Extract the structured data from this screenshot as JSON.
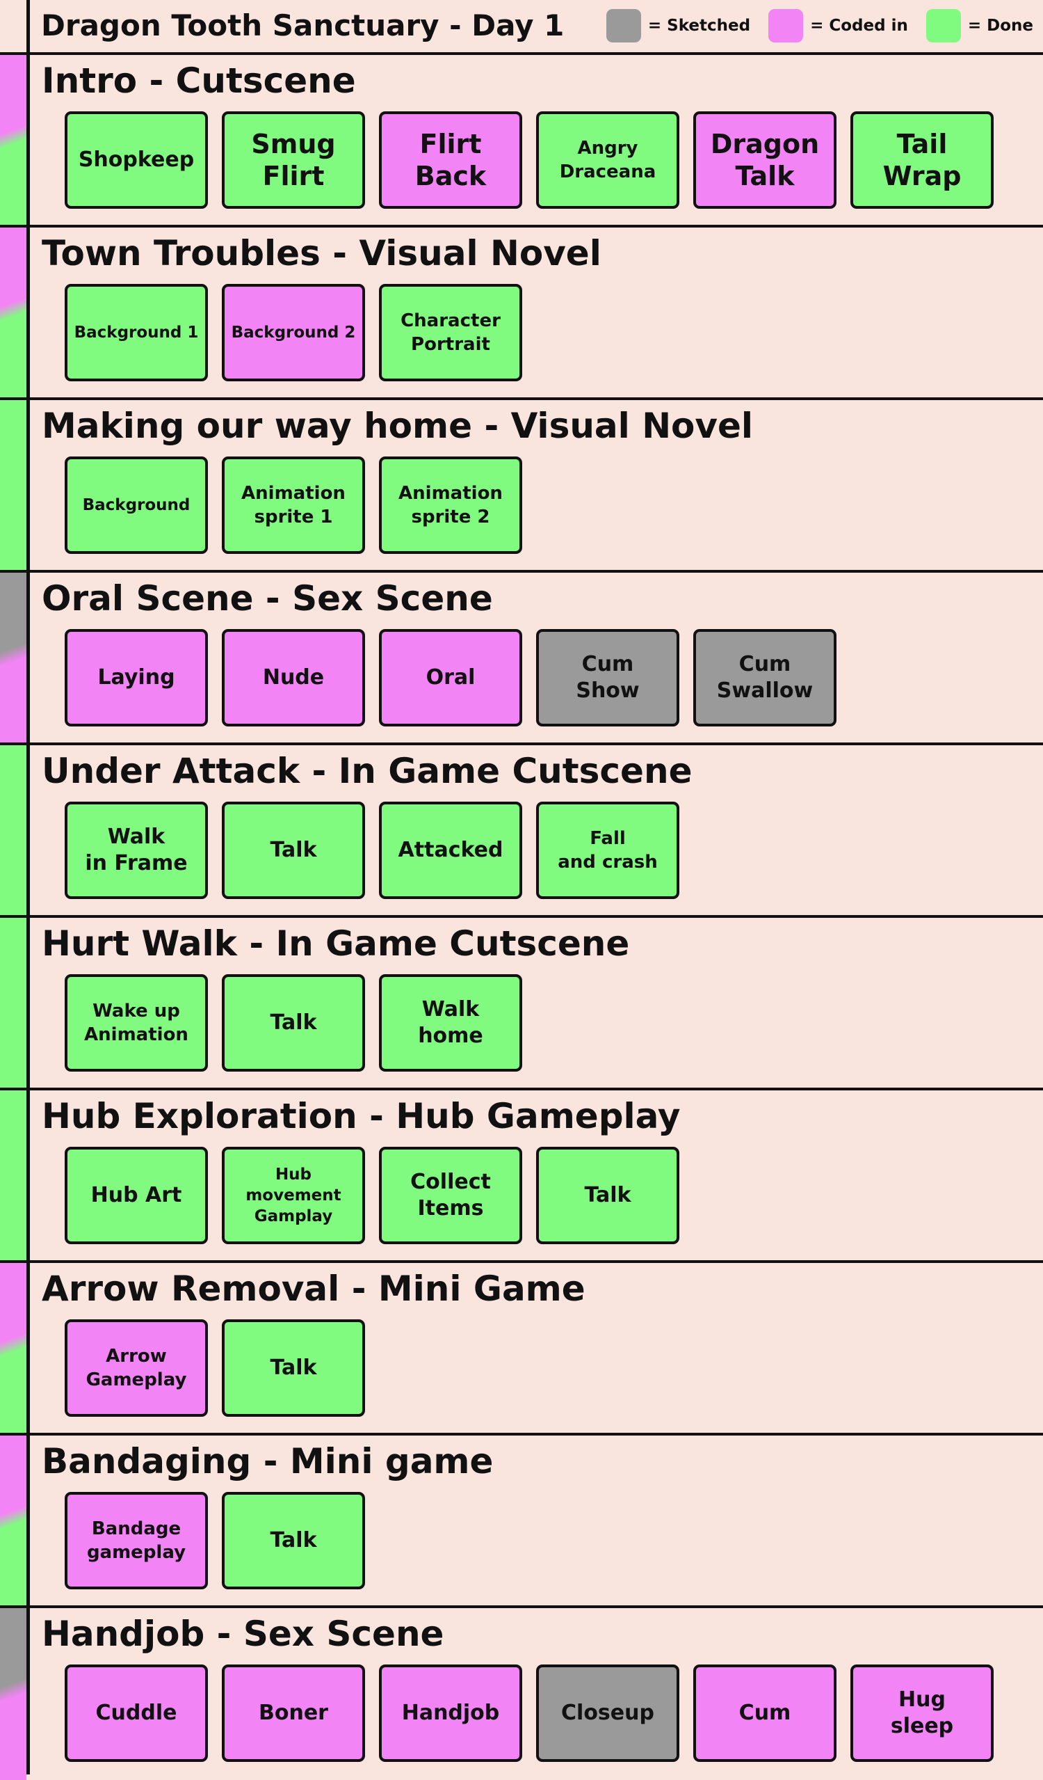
{
  "colors": {
    "sketched": "#9a9a9a",
    "coded": "#f384f5",
    "done": "#80fb80",
    "background": "#f9e4de",
    "border": "#111111"
  },
  "header": {
    "title": "Dragon Tooth Sanctuary - Day 1",
    "legend": [
      {
        "status": "sketched",
        "label": "= Sketched"
      },
      {
        "status": "coded",
        "label": "= Coded in"
      },
      {
        "status": "done",
        "label": "= Done"
      }
    ]
  },
  "sections": [
    {
      "title": "Intro - Cutscene",
      "left_strip": [
        "coded",
        "done"
      ],
      "cards": [
        {
          "label": "Shopkeep",
          "status": "done"
        },
        {
          "label": "Smug\nFlirt",
          "status": "done"
        },
        {
          "label": "Flirt\nBack",
          "status": "coded"
        },
        {
          "label": "Angry\nDraceana",
          "status": "done"
        },
        {
          "label": "Dragon\nTalk",
          "status": "coded"
        },
        {
          "label": "Tail\nWrap",
          "status": "done"
        }
      ]
    },
    {
      "title": "Town Troubles - Visual Novel",
      "left_strip": [
        "coded",
        "done"
      ],
      "cards": [
        {
          "label": "Background 1",
          "status": "done"
        },
        {
          "label": "Background 2",
          "status": "coded"
        },
        {
          "label": "Character\nPortrait",
          "status": "done"
        }
      ]
    },
    {
      "title": "Making our way home - Visual Novel",
      "left_strip": [
        "done",
        "done"
      ],
      "cards": [
        {
          "label": "Background",
          "status": "done"
        },
        {
          "label": "Animation\nsprite 1",
          "status": "done"
        },
        {
          "label": "Animation\nsprite 2",
          "status": "done"
        }
      ]
    },
    {
      "title": "Oral Scene - Sex Scene",
      "left_strip": [
        "sketched",
        "coded"
      ],
      "cards": [
        {
          "label": "Laying",
          "status": "coded"
        },
        {
          "label": "Nude",
          "status": "coded"
        },
        {
          "label": "Oral",
          "status": "coded"
        },
        {
          "label": "Cum\nShow",
          "status": "sketched"
        },
        {
          "label": "Cum\nSwallow",
          "status": "sketched"
        }
      ]
    },
    {
      "title": "Under Attack - In Game Cutscene",
      "left_strip": [
        "done",
        "done"
      ],
      "cards": [
        {
          "label": "Walk\nin Frame",
          "status": "done"
        },
        {
          "label": "Talk",
          "status": "done"
        },
        {
          "label": "Attacked",
          "status": "done"
        },
        {
          "label": "Fall\nand crash",
          "status": "done"
        }
      ]
    },
    {
      "title": "Hurt Walk - In Game Cutscene",
      "left_strip": [
        "done",
        "done"
      ],
      "cards": [
        {
          "label": "Wake up\nAnimation",
          "status": "done"
        },
        {
          "label": "Talk",
          "status": "done"
        },
        {
          "label": "Walk\nhome",
          "status": "done"
        }
      ]
    },
    {
      "title": "Hub Exploration - Hub Gameplay",
      "left_strip": [
        "done",
        "done"
      ],
      "cards": [
        {
          "label": "Hub Art",
          "status": "done"
        },
        {
          "label": "Hub\nmovement\nGamplay",
          "status": "done"
        },
        {
          "label": "Collect\nItems",
          "status": "done"
        },
        {
          "label": "Talk",
          "status": "done"
        }
      ]
    },
    {
      "title": "Arrow Removal - Mini Game",
      "left_strip": [
        "coded",
        "done"
      ],
      "cards": [
        {
          "label": "Arrow\nGameplay",
          "status": "coded"
        },
        {
          "label": "Talk",
          "status": "done"
        }
      ]
    },
    {
      "title": "Bandaging - Mini game",
      "left_strip": [
        "coded",
        "done"
      ],
      "cards": [
        {
          "label": "Bandage\ngameplay",
          "status": "coded"
        },
        {
          "label": "Talk",
          "status": "done"
        }
      ]
    },
    {
      "title": "Handjob - Sex Scene",
      "left_strip": [
        "sketched",
        "coded"
      ],
      "cards": [
        {
          "label": "Cuddle",
          "status": "coded"
        },
        {
          "label": "Boner",
          "status": "coded"
        },
        {
          "label": "Handjob",
          "status": "coded"
        },
        {
          "label": "Closeup",
          "status": "sketched"
        },
        {
          "label": "Cum",
          "status": "coded"
        },
        {
          "label": "Hug\nsleep",
          "status": "coded"
        }
      ]
    }
  ]
}
